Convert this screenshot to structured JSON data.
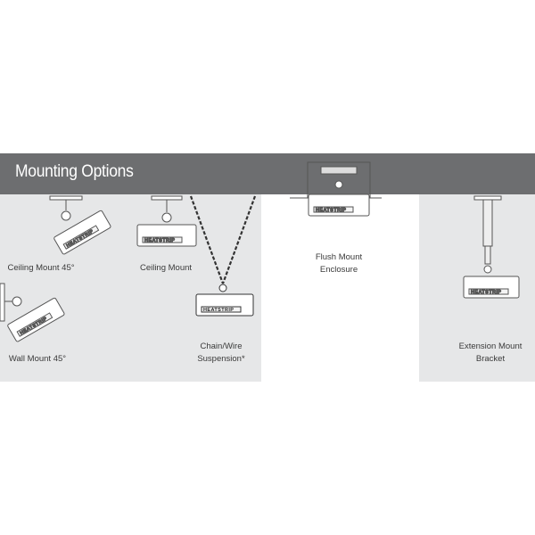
{
  "header": {
    "title": "Mounting Options"
  },
  "brand_text": "HEATSTRIP",
  "options": [
    {
      "label": "Ceiling Mount 45°"
    },
    {
      "label": "Ceiling Mount"
    },
    {
      "label": "Chain/Wire\nSuspension*"
    },
    {
      "label": "Flush Mount\nEnclosure"
    },
    {
      "label": "Extension Mount\nBracket"
    },
    {
      "label": "Wall Mount 45°"
    }
  ],
  "colors": {
    "banner": "#6d6e70",
    "panel": "#e6e7e8",
    "line": "#555555"
  }
}
